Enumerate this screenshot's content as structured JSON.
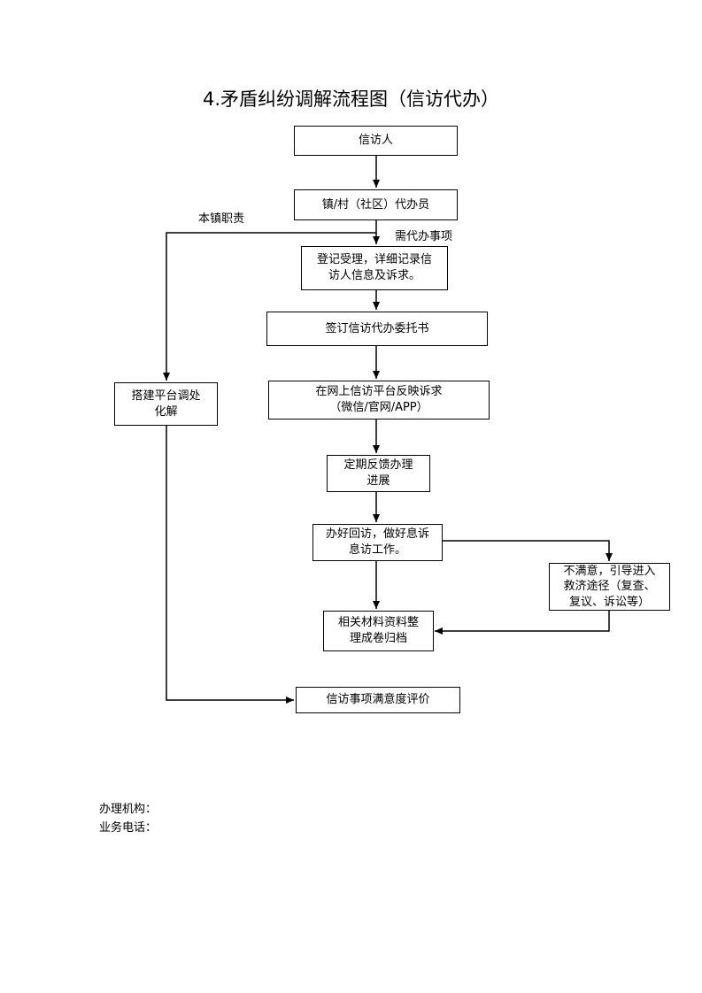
{
  "title": "4.矛盾纠纷调解流程图（信访代办）",
  "nodes": {
    "petitioner": "信访人",
    "agent": "镇/村（社区）代办员",
    "register": "登记受理，详细记录信\n访人信息及诉求。",
    "sign": "签订信访代办委托书",
    "online": "在网上信访平台反映诉求\n（微信/官网/APP）",
    "feedback": "定期反馈办理\n进展",
    "visit": "办好回访，做好息诉\n息访工作。",
    "unsatisfied": "不满意，引导进入\n救济途径（复查、\n复议、诉讼等）",
    "archive": "相关材料资料整\n理成卷归档",
    "platform": "搭建平台调处\n化解",
    "evaluate": "信访事项满意度评价"
  },
  "labels": {
    "town_duty": "本镇职责",
    "need_agent": "需代办事项"
  },
  "footer": {
    "org": "办理机构：",
    "phone": "业务电话："
  }
}
